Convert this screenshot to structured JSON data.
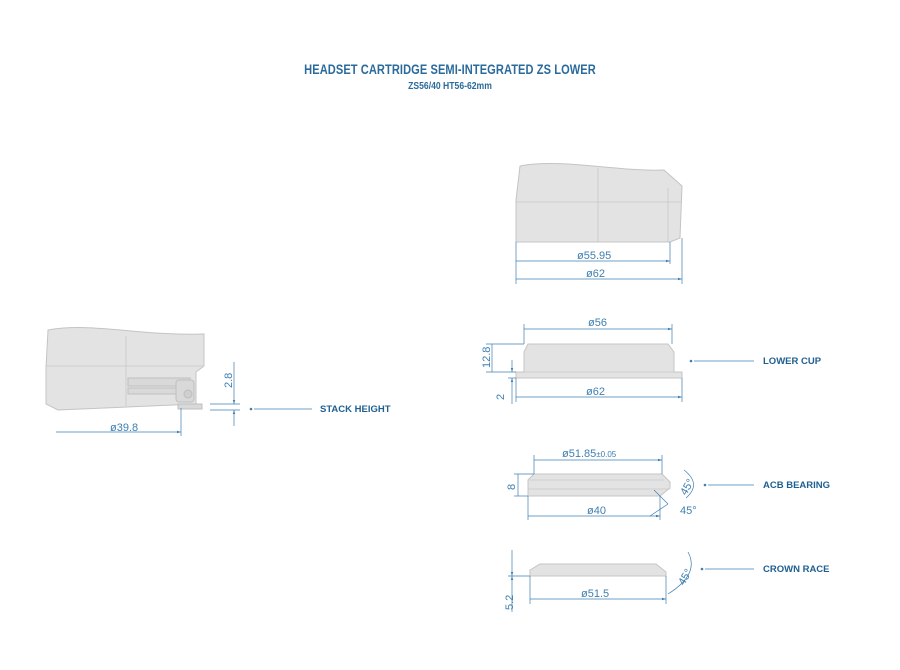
{
  "header": {
    "title": "HEADSET CARTRIDGE SEMI-INTEGRATED ZS LOWER",
    "subtitle": "ZS56/40 HT56-62mm"
  },
  "assembly": {
    "dim_diameter": "ø39.8",
    "dim_height": "2.8",
    "label": "STACK HEIGHT"
  },
  "head_tube": {
    "dim_inner": "ø55.95",
    "dim_outer": "ø62"
  },
  "lower_cup": {
    "dim_top": "ø56",
    "dim_height_left": "12.8",
    "dim_lip": "2",
    "dim_bottom": "ø62",
    "label": "LOWER CUP"
  },
  "acb_bearing": {
    "dim_top": "ø51.85",
    "dim_tol": "±0.05",
    "dim_height": "8",
    "dim_bottom": "ø40",
    "angle_top": "45°",
    "angle_bottom": "45°",
    "label": "ACB BEARING"
  },
  "crown_race": {
    "dim_height": "5.2",
    "dim_bottom": "ø51.5",
    "angle": "45°",
    "label": "CROWN RACE"
  }
}
